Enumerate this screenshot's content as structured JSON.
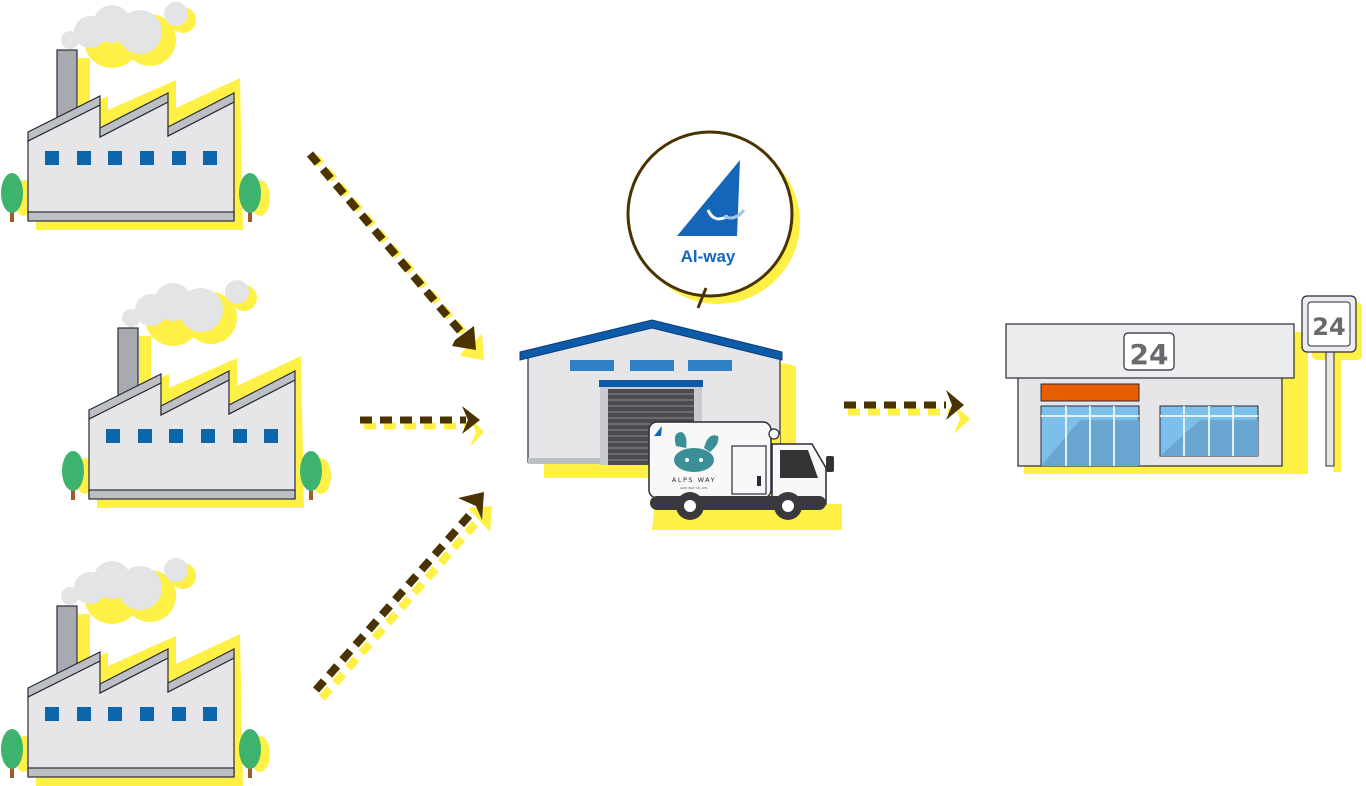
{
  "diagram": {
    "type": "logistics-flow",
    "nodes": [
      {
        "id": "factory-1",
        "kind": "factory",
        "windows": 6
      },
      {
        "id": "factory-2",
        "kind": "factory",
        "windows": 6
      },
      {
        "id": "factory-3",
        "kind": "factory",
        "windows": 6
      },
      {
        "id": "warehouse",
        "kind": "distribution-center",
        "brand_label": "Al-way"
      },
      {
        "id": "truck",
        "kind": "delivery-truck",
        "brand_label": "ALPS WAY"
      },
      {
        "id": "store",
        "kind": "convenience-store-24h",
        "sign_label": "24",
        "pole_sign_label": "24"
      }
    ],
    "edges": [
      {
        "from": "factory-1",
        "to": "warehouse",
        "style": "dashed-arrow"
      },
      {
        "from": "factory-2",
        "to": "warehouse",
        "style": "dashed-arrow"
      },
      {
        "from": "factory-3",
        "to": "warehouse",
        "style": "dashed-arrow"
      },
      {
        "from": "warehouse",
        "to": "store",
        "style": "dashed-arrow"
      }
    ]
  },
  "labels": {
    "alway_logo": "Al-way",
    "truck_brand": "ALPS WAY",
    "truck_sub": "ALPS WAY CO.,LTD.",
    "store_sign": "24",
    "pole_sign": "24"
  },
  "colors": {
    "accent_shadow": "#fff046",
    "arrow": "#4a3300",
    "factory_wall": "#e6e6e9",
    "factory_roof": "#bcc0c4",
    "window_blue": "#0b66ad",
    "tree_green": "#3db36e",
    "warehouse_roof": "#0d5aa8",
    "store_awning": "#e85d00",
    "rabbit_teal": "#3a9096",
    "logo_blue": "#1566b8"
  }
}
